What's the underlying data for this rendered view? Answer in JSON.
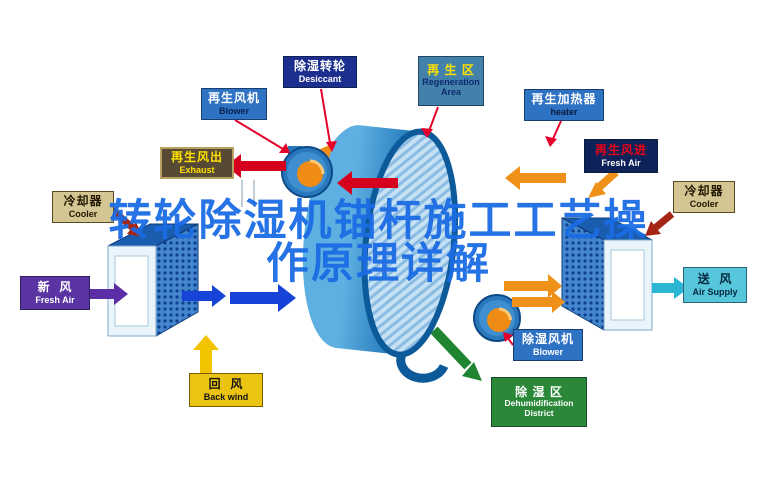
{
  "watermark": {
    "line1": "转轮除湿机锚杆施工工艺操",
    "line2": "作原理详解",
    "color": "#1b6ce4"
  },
  "labels": {
    "desiccant": {
      "zh": "除湿转轮",
      "en": "Desiccant"
    },
    "regen_blower": {
      "zh": "再生风机",
      "en": "Blower"
    },
    "regen_area": {
      "zh": "再 生 区",
      "en": "Regeneration Area"
    },
    "heater": {
      "zh": "再生加热器",
      "en": "heater"
    },
    "exhaust": {
      "zh": "再生风出",
      "en": "Exhaust"
    },
    "regen_fresh_air": {
      "zh": "再生风进",
      "en": "Fresh Air"
    },
    "cooler_left": {
      "zh": "冷却器",
      "en": "Cooler"
    },
    "cooler_right": {
      "zh": "冷却器",
      "en": "Cooler"
    },
    "fresh_air": {
      "zh": "新  风",
      "en": "Fresh Air"
    },
    "air_supply": {
      "zh": "送  风",
      "en": "Air Supply"
    },
    "back_wind": {
      "zh": "回  风",
      "en": "Back wind"
    },
    "dehumid_blower": {
      "zh": "除湿风机",
      "en": "Blower"
    },
    "dehumid_area": {
      "zh": "除 湿 区",
      "en": "Dehumidification District"
    }
  },
  "colors": {
    "wheel_blue": "#2a7fc0",
    "unit_top_blue": "#1a5cae",
    "arrow_red": "#d4001e",
    "arrow_orange": "#ef9018",
    "arrow_blue": "#1744d8",
    "arrow_yellow": "#f2c400",
    "arrow_green": "#1f8531",
    "arrow_purple": "#5c2ea6",
    "arrow_cyan": "#2cb6d6",
    "arrow_darkred": "#a62616"
  }
}
